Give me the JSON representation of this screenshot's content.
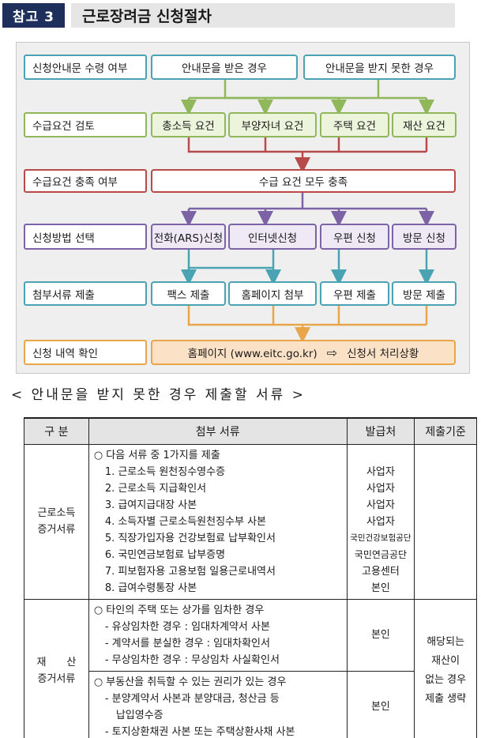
{
  "header": {
    "tag": "참고 3",
    "title": "근로장려금 신청절차"
  },
  "flow": {
    "steps": {
      "notice": "신청안내문 수령 여부",
      "review": "수급요건 검토",
      "satisfy": "수급요건 충족 여부",
      "method": "신청방법 선택",
      "docs": "첨부서류 제출",
      "confirm": "신청 내역 확인"
    },
    "notice": [
      "안내문을 받은 경우",
      "안내문을 받지 못한 경우"
    ],
    "review": [
      "총소득 요건",
      "부양자녀 요건",
      "주택 요건",
      "재산 요건"
    ],
    "satisfy": "수급 요건 모두 충족",
    "method": [
      "전화(ARS)신청",
      "인터넷신청",
      "우편 신청",
      "방문 신청"
    ],
    "docs": [
      "팩스 제출",
      "홈페이지 첨부",
      "우편 제출",
      "방문 제출"
    ],
    "confirm": {
      "homepage": "홈페이지 (www.eitc.go.kr)",
      "arrow": "⇨",
      "status": "신청서 처리상황"
    }
  },
  "subtitle": "< 안내문을 받지 못한 경우 제출할 서류 >",
  "table": {
    "headers": [
      "구 분",
      "첨부 서류",
      "발급처",
      "제출기준"
    ],
    "income": {
      "category": [
        "근로소득",
        "증거서류"
      ],
      "intro": "○ 다음 서류 중 1가지를 제출",
      "items": [
        "1. 근로소득 원천징수영수증",
        "2. 근로소득 지급확인서",
        "3. 급여지급대장 사본",
        "4. 소득자별 근로소득원천징수부 사본",
        "5. 직장가입자용 건강보험료 납부확인서",
        "6. 국민연금보험료 납부증명",
        "7. 피보험자용 고용보험 일용근로내역서",
        "8. 급여수령통장 사본"
      ],
      "issuers": [
        "사업자",
        "사업자",
        "사업자",
        "사업자",
        "국민건강보험공단",
        "국민연금공단",
        "고용센터",
        "본인"
      ]
    },
    "property": {
      "category": [
        "재　　산",
        "증거서류"
      ],
      "rent": {
        "intro": "○ 타인의 주택 또는 상가를 임차한 경우",
        "items": [
          "- 유상임차한 경우 : 임대차계약서 사본",
          "- 계약서를 분실한 경우 : 임대차확인서",
          "- 무상임차한 경우 : 무상임차 사실확인서"
        ],
        "issuer": "본인"
      },
      "right": {
        "intro": "○ 부동산을 취득할 수 있는 권리가 있는 경우",
        "items": [
          "- 분양계약서 사본과 분양대금, 청산금 등",
          "납입영수증",
          "- 토지상환채권 사본 또는 주택상환사채 사본"
        ],
        "issuer": "본인"
      },
      "criteria": [
        "해당되는",
        "재산이",
        "없는 경우",
        "제출 생략"
      ]
    }
  }
}
